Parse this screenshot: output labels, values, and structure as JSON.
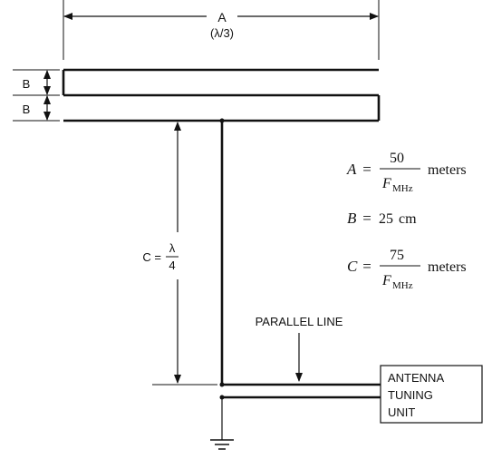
{
  "diagram": {
    "dim_a": {
      "label": "A",
      "note": "(λ/3)"
    },
    "dim_b_top": {
      "label": "B"
    },
    "dim_b_bottom": {
      "label": "B"
    },
    "dim_c": {
      "label": "C =",
      "frac_num": "λ",
      "frac_den": "4"
    },
    "feedline_label": "PARALLEL LINE",
    "tuner_box": {
      "line1": "ANTENNA",
      "line2": "TUNING",
      "line3": "UNIT"
    }
  },
  "formulas": {
    "a": {
      "lhs": "A",
      "eq": "=",
      "num": "50",
      "den_main": "F",
      "den_sub": "MHz",
      "unit": "meters"
    },
    "b": {
      "lhs": "B",
      "eq": "=",
      "value": "25",
      "unit": "cm"
    },
    "c": {
      "lhs": "C",
      "eq": "=",
      "num": "75",
      "den_main": "F",
      "den_sub": "MHz",
      "unit": "meters"
    }
  }
}
